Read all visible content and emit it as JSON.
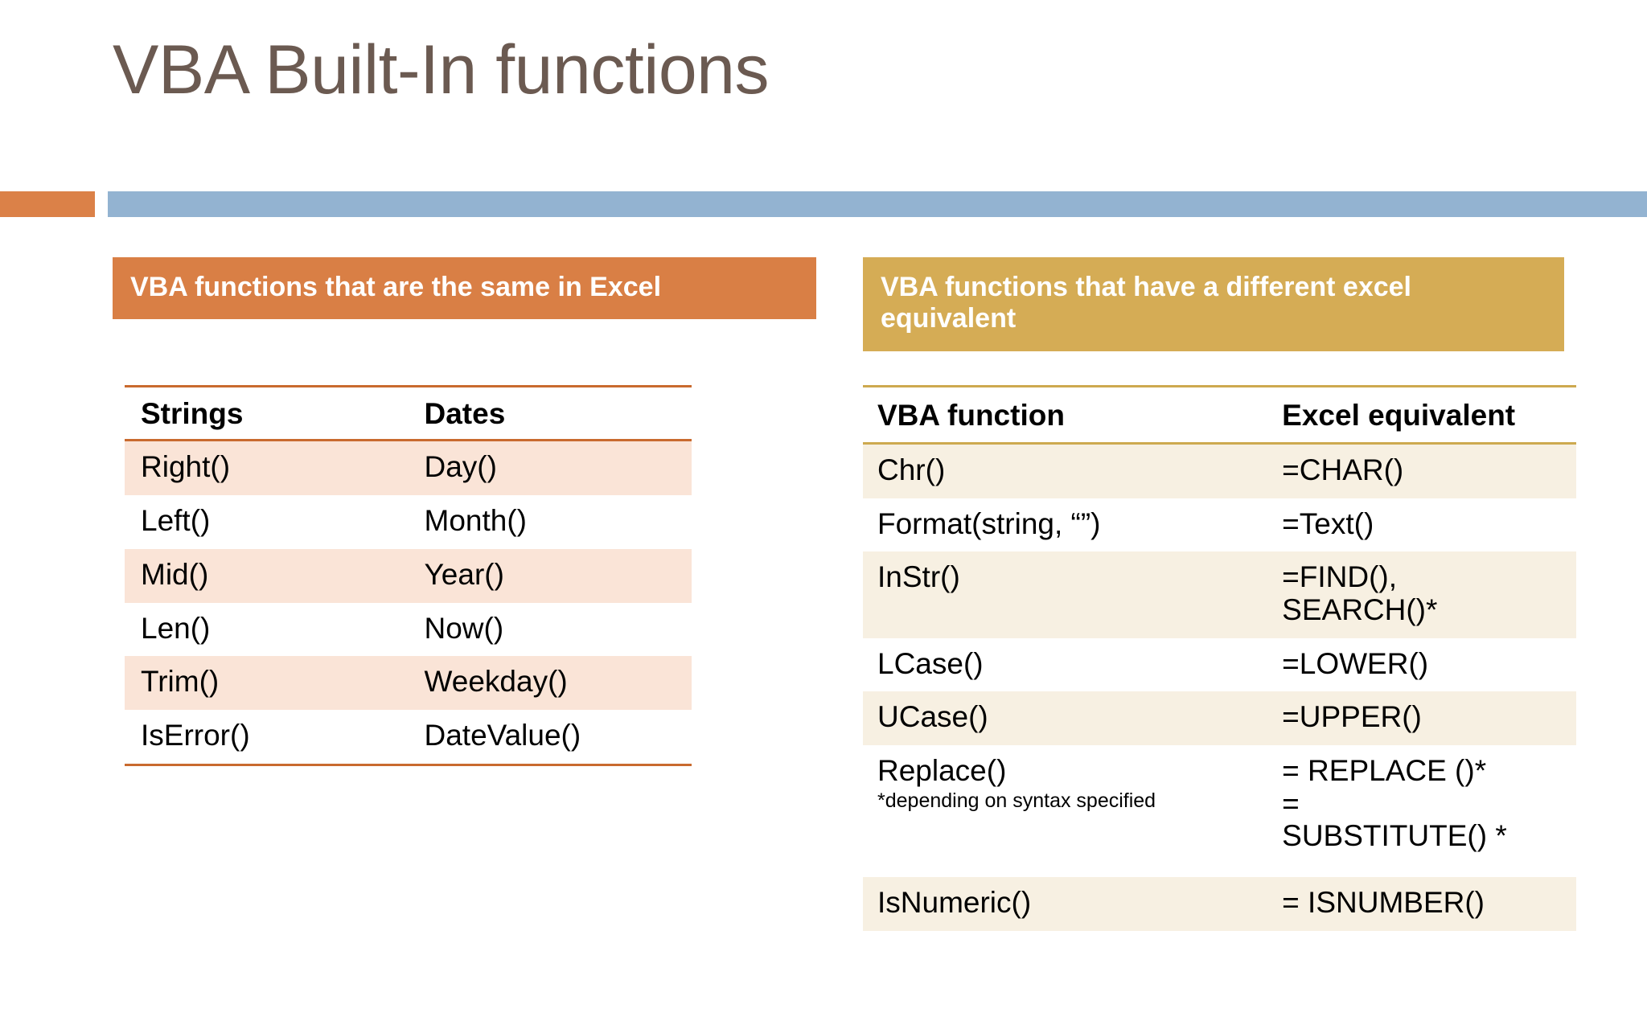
{
  "slide": {
    "title": "VBA Built-In functions",
    "accent_orange": "#db8148",
    "accent_blue": "#93b3d1",
    "accent_gold": "#d5ac55",
    "title_color": "#6b5a51"
  },
  "left_panel": {
    "header": "VBA functions that are the same in Excel",
    "columns": [
      "Strings",
      "Dates"
    ],
    "rows": [
      [
        "Right()",
        "Day()"
      ],
      [
        "Left()",
        "Month()"
      ],
      [
        "Mid()",
        "Year()"
      ],
      [
        "Len()",
        "Now()"
      ],
      [
        "Trim()",
        "Weekday()"
      ],
      [
        "IsError()",
        "DateValue()"
      ]
    ]
  },
  "right_panel": {
    "header": "VBA functions that have a different excel equivalent",
    "columns": [
      "VBA function",
      "Excel equivalent"
    ],
    "rows": [
      {
        "vba": "Chr()",
        "note": "",
        "excel": [
          "=CHAR()"
        ]
      },
      {
        "vba": "Format(string, “”)",
        "note": "",
        "excel": [
          "=Text()"
        ]
      },
      {
        "vba": "InStr()",
        "note": "",
        "excel": [
          "=FIND(),",
          "SEARCH()*"
        ]
      },
      {
        "vba": "LCase()",
        "note": "",
        "excel": [
          "=LOWER()"
        ]
      },
      {
        "vba": "UCase()",
        "note": "",
        "excel": [
          "=UPPER()"
        ]
      },
      {
        "vba": "Replace()",
        "note": "*depending on syntax specified",
        "excel": [
          " = REPLACE ()*",
          " =",
          "SUBSTITUTE() *"
        ]
      },
      {
        "vba": "IsNumeric()",
        "note": "",
        "excel": [
          "= ISNUMBER()"
        ]
      }
    ]
  }
}
